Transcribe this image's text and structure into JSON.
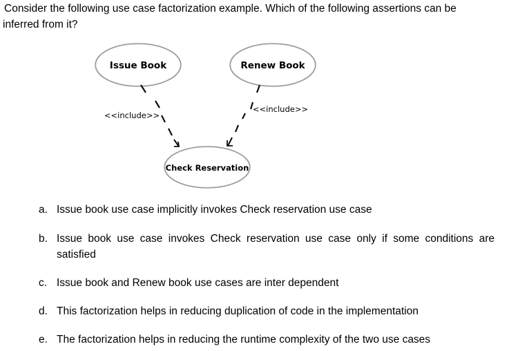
{
  "question": {
    "line1": "Consider the following use case factorization example. Which of the following assertions can be",
    "line2": "inferred from it?"
  },
  "diagram": {
    "use_cases": {
      "issue": "Issue Book",
      "renew": "Renew Book",
      "check": "Check Reservation"
    },
    "relations": {
      "left": "<<include>>",
      "right": "<<include>>"
    }
  },
  "options": [
    {
      "letter": "a.",
      "text": "Issue book use case implicitly invokes Check reservation use case"
    },
    {
      "letter": "b.",
      "text": "Issue book use case invokes Check reservation use case only if some conditions are satisfied"
    },
    {
      "letter": "c.",
      "text": "Issue book and Renew book use cases are inter dependent"
    },
    {
      "letter": "d.",
      "text": "This factorization helps in reducing duplication of code in the implementation"
    },
    {
      "letter": "e.",
      "text": "The factorization helps in reducing the runtime complexity of the two use cases"
    }
  ]
}
